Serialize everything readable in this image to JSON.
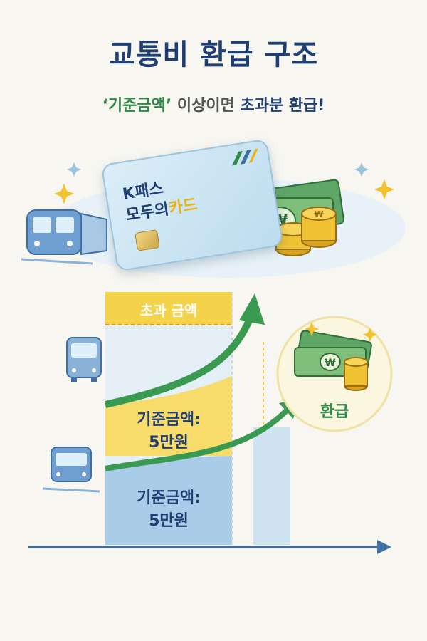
{
  "header": {
    "title": "교통비 환급 구조",
    "subtitle_quoted": "‘기준금액’",
    "subtitle_middle": " 이상이면 ",
    "subtitle_strong": "초과분 환급!"
  },
  "card": {
    "line1_prefix": "K패스",
    "line2_prefix": "모두의",
    "line2_suffix": "카드"
  },
  "diagram": {
    "exceed_label": "초과 금액",
    "upper_base_label_line1": "기준금액:",
    "upper_base_label_line2": "5만원",
    "lower_base_label_line1": "기준금액:",
    "lower_base_label_line2": "5만원",
    "refund_label": "환급"
  },
  "icons": {
    "currency_symbol": "₩"
  },
  "colors": {
    "navy": "#1f3f73",
    "green": "#2f8a4a",
    "yellow": "#f4d24a",
    "blue_bar": "#bcd9ee"
  }
}
